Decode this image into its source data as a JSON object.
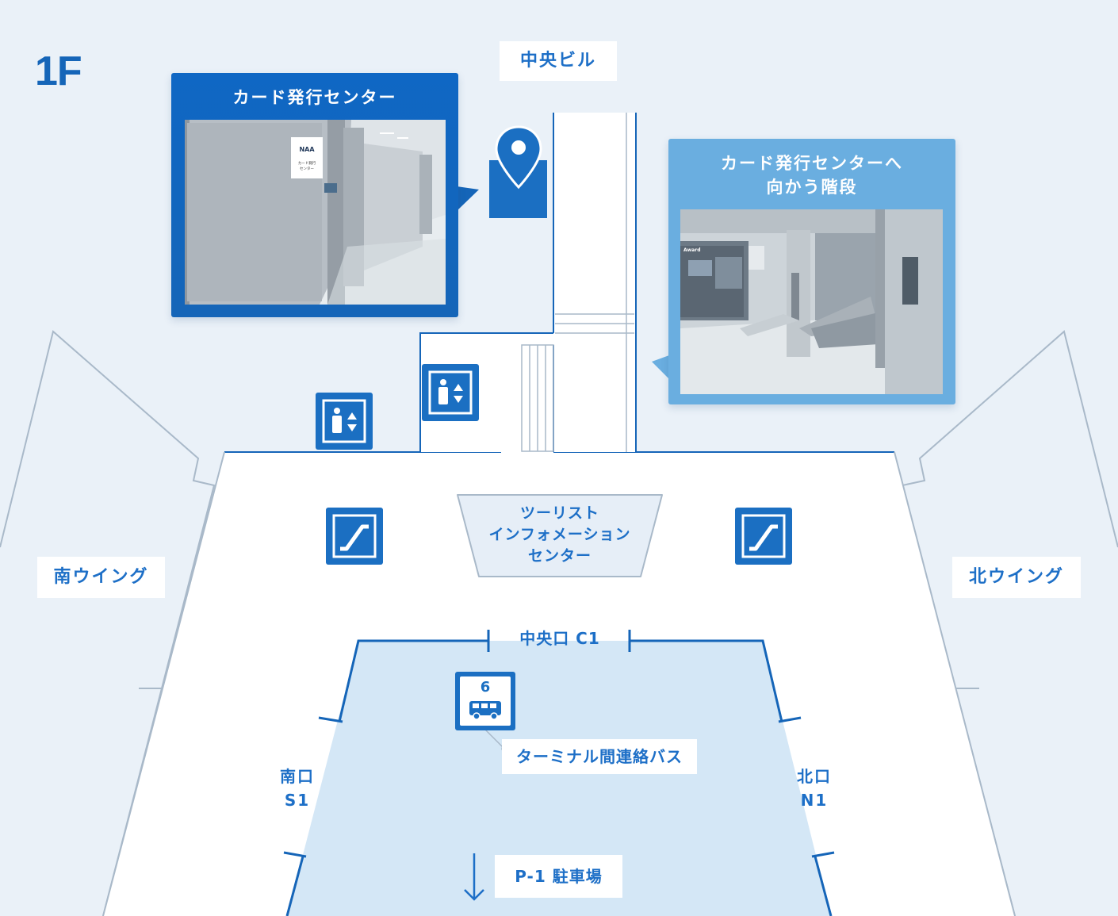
{
  "floor": "1F",
  "central_building": "中央ビル",
  "south_wing": "南ウイング",
  "north_wing": "北ウイング",
  "card_center": {
    "title": "カード発行センター",
    "sign_logo": "NAA",
    "sign_line1": "カード発行",
    "sign_line2": "センター"
  },
  "stairs": {
    "title_line1": "カード発行センターへ",
    "title_line2": "向かう階段",
    "board_text": "Award"
  },
  "tourist_info": {
    "line1": "ツーリスト",
    "line2": "インフォメーション",
    "line3": "センター"
  },
  "gate_central": "中央口 C1",
  "gate_south": {
    "line1": "南口",
    "line2": "S1"
  },
  "gate_north": {
    "line1": "北口",
    "line2": "N1"
  },
  "bus_stop": {
    "number": "6",
    "label": "ターミナル間連絡バス"
  },
  "parking": "P-1 駐車場",
  "icons": [
    "map-pin-icon",
    "elevator-icon",
    "escalator-icon",
    "bus-icon",
    "down-arrow-icon"
  ],
  "colors": {
    "background": "#eaf1f8",
    "accent": "#1b6fc2",
    "accent_light": "#6aaee0",
    "text_blue": "#1d6fc7",
    "plaza": "#d4e7f6"
  }
}
